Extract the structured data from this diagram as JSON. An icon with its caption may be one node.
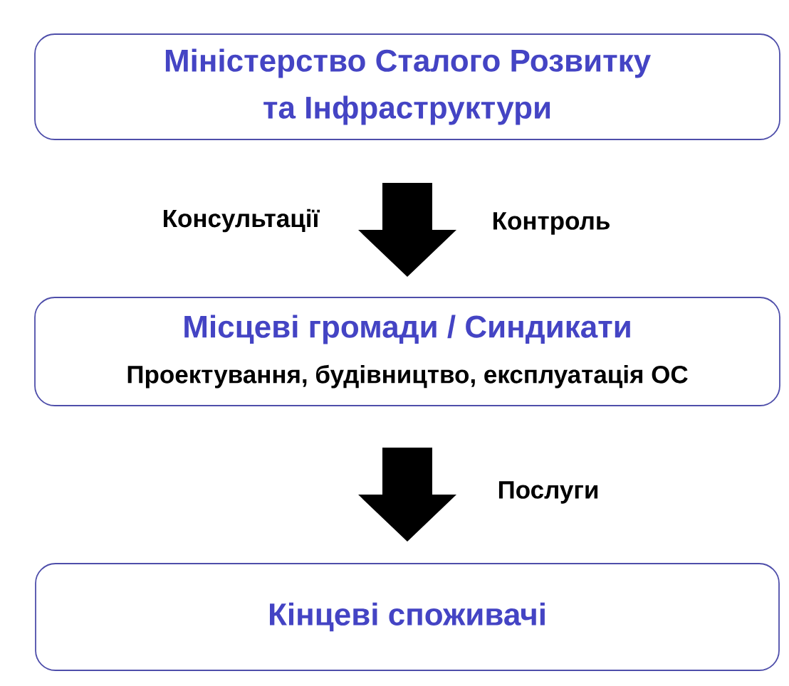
{
  "diagram": {
    "nodes": [
      {
        "text": [
          "Міністерство Сталого Розвитку та Інфраструктури"
        ]
      },
      {
        "text": [
          "Місцеві громади / Синдикати",
          "Проектування, будівництво, експлуатація ОС"
        ]
      },
      {
        "text": [
          "Кінцеві споживачі"
        ]
      }
    ],
    "edges": [
      {
        "from": 0,
        "to": 1,
        "arrow": "to",
        "label": "Консультації"
      },
      {
        "from": 1,
        "to": 2,
        "arrow": "to",
        "label": "Послуги"
      }
    ],
    "labels": [
      "Контроль"
    ]
  }
}
